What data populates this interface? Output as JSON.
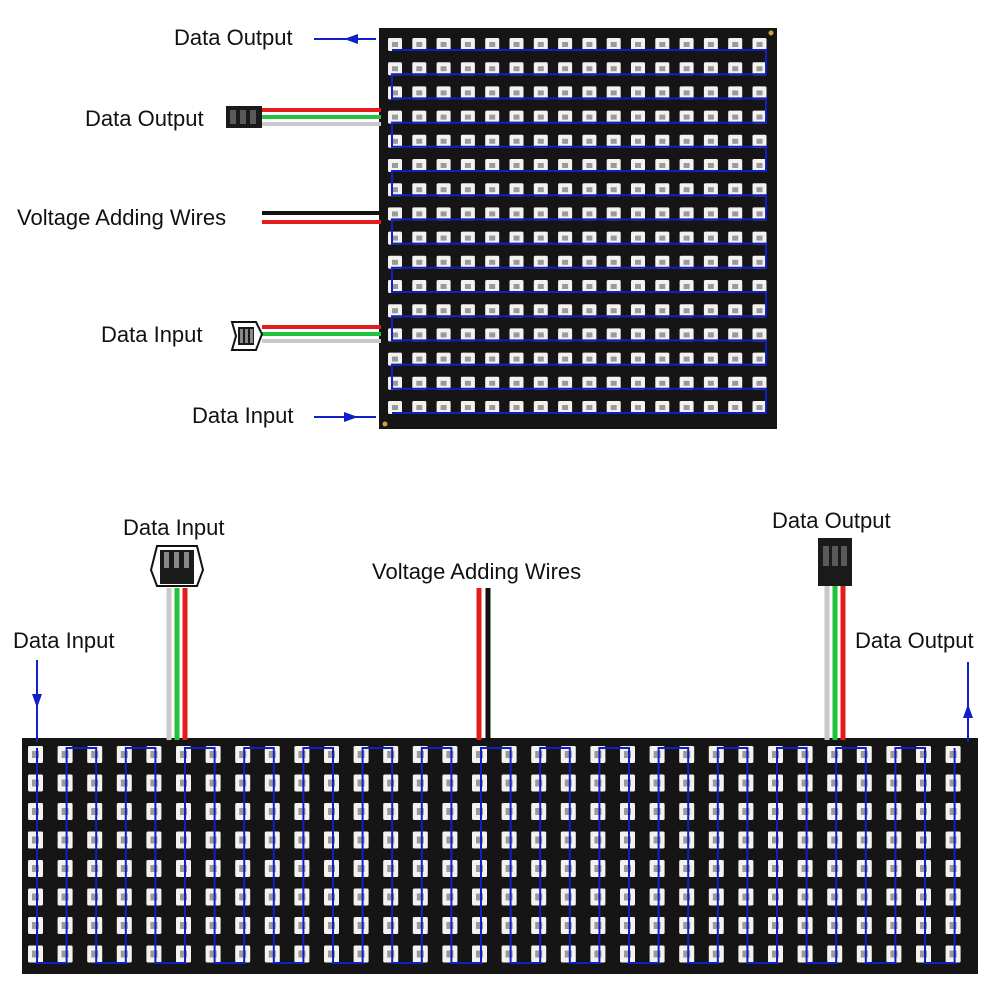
{
  "colors": {
    "board": "#151515",
    "led_body": "#f4f2ee",
    "led_core": "#9a9a9a",
    "trace": "#1020c8",
    "wire_red": "#e51b1b",
    "wire_green": "#22c23a",
    "wire_white": "#c9c9c9",
    "wire_black": "#111111",
    "arrow": "#1020c8"
  },
  "icons": {
    "connector": "jst-sm-3pin-connector-icon",
    "arrow": "signal-arrow-icon"
  },
  "square_panel": {
    "labels": {
      "data_output_top": "Data Output",
      "data_output_connector": "Data Output",
      "voltage_wires": "Voltage Adding Wires",
      "data_input_connector": "Data Input",
      "data_input_bottom": "Data Input"
    }
  },
  "strip_panel": {
    "labels": {
      "data_input_connector": "Data Input",
      "voltage_wires": "Voltage Adding Wires",
      "data_output_connector": "Data Output",
      "data_input_left": "Data Input",
      "data_output_right": "Data Output"
    }
  }
}
